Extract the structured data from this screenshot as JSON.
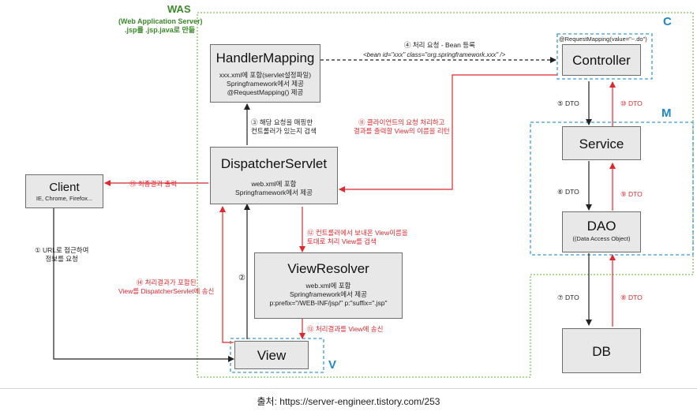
{
  "was": {
    "title": "WAS",
    "subtitle": "(Web Application Server)",
    "note": ".jsp를 .jsp.java로 만듦"
  },
  "zones": {
    "c": "C",
    "m": "M",
    "v": "V"
  },
  "controller_annotation": "@RequestMapping(value=\"~.do\")",
  "boxes": {
    "handler_mapping": {
      "title": "HandlerMapping",
      "lines": [
        "xxx.xml에 포함(servlet설정파일)",
        "Springframework에서 제공",
        "@RequestMapping() 제공"
      ]
    },
    "dispatcher_servlet": {
      "title": "DispatcherServlet",
      "lines": [
        "web.xml에 포함",
        "Springframework에서 제공"
      ]
    },
    "client": {
      "title": "Client",
      "lines": [
        "IE, Chrome, Firefox..."
      ]
    },
    "view_resolver": {
      "title": "ViewResolver",
      "lines": [
        "web.xml에 포함",
        "Springframework에서 제공",
        "p:prefix=\"/WEB-INF/jsp/\" p:\"suffix=\".jsp\""
      ]
    },
    "view": {
      "title": "View"
    },
    "controller": {
      "title": "Controller"
    },
    "service": {
      "title": "Service"
    },
    "dao": {
      "title": "DAO",
      "lines": [
        "((Data Access Object)"
      ]
    },
    "db": {
      "title": "DB"
    }
  },
  "steps": {
    "s1": [
      "① URL로 접근하여",
      "정보를 요청"
    ],
    "s2": "②",
    "s3": [
      "③ 해당 요청을 매핑한",
      "컨트롤러가 있는지 검색"
    ],
    "s4a": "④ 처리 요청 - Bean 등록",
    "s4b": "<bean id=\"xxx\" class=\"org.springframework.xxx\" />",
    "s5": "⑤ DTO",
    "s6": "⑥ DTO",
    "s7": "⑦ DTO",
    "s8": "⑧ DTO",
    "s9": "⑨ DTO",
    "s10": "⑩ DTO",
    "s11": [
      "⑪ 클라이언트의 요청 처리하고",
      "결과를 출력할 View의 이름을 리턴"
    ],
    "s12": [
      "⑫ 컨트롤러에서 보내온 View이름을",
      "토대로 처리 View를 검색"
    ],
    "s13": "⑬ 처리결과를 View에 송신",
    "s14": [
      "⑭ 처리결과가 포함된",
      "View를 DispatcherServlet에 송신"
    ],
    "s15": "⑮ 최종결과 출력"
  },
  "caption": {
    "label": "출처:",
    "source": "https://server-engineer.tistory.com/253"
  }
}
